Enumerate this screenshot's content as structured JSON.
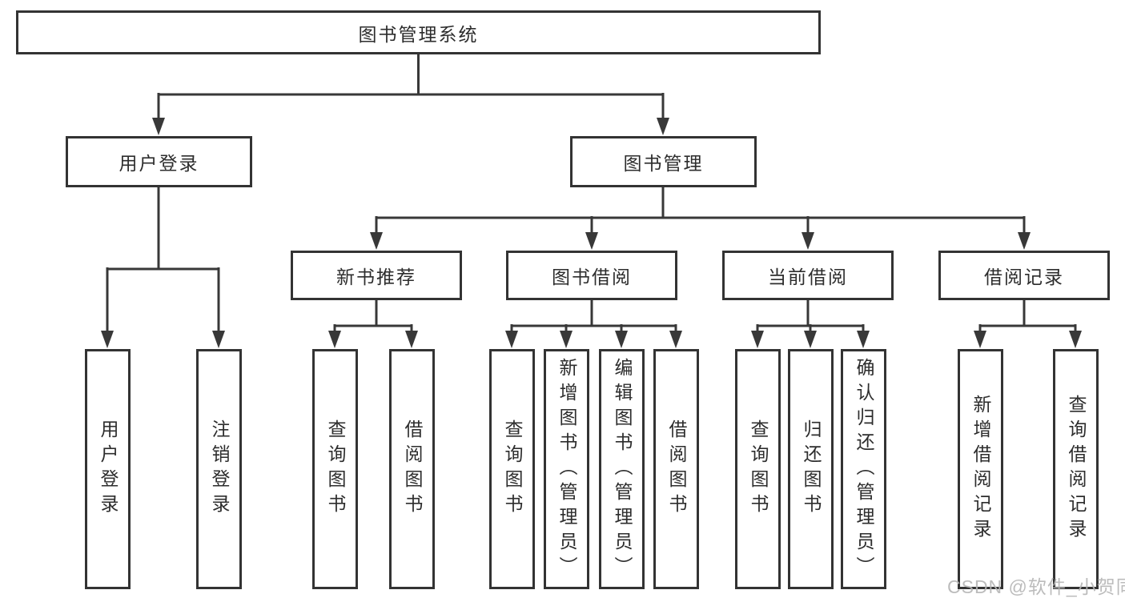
{
  "tree": {
    "root": {
      "label": "图书管理系统",
      "children": [
        {
          "label": "用户登录",
          "children": [
            {
              "label": "用户登录"
            },
            {
              "label": "注销登录"
            }
          ]
        },
        {
          "label": "图书管理",
          "children": [
            {
              "label": "新书推荐",
              "children": [
                {
                  "label": "查询图书"
                },
                {
                  "label": "借阅图书"
                }
              ]
            },
            {
              "label": "图书借阅",
              "children": [
                {
                  "label": "查询图书"
                },
                {
                  "label": "新增图书（管理员）"
                },
                {
                  "label": "编辑图书（管理员）"
                },
                {
                  "label": "借阅图书"
                }
              ]
            },
            {
              "label": "当前借阅",
              "children": [
                {
                  "label": "查询图书"
                },
                {
                  "label": "归还图书"
                },
                {
                  "label": "确认归还（管理员）"
                }
              ]
            },
            {
              "label": "借阅记录",
              "children": [
                {
                  "label": "新增借阅记录"
                },
                {
                  "label": "查询借阅记录"
                }
              ]
            }
          ]
        }
      ]
    }
  },
  "watermark": {
    "text": "CSDN @软件_小贺同学"
  },
  "colors": {
    "line": "#383838",
    "box_border": "#333333",
    "text": "#2d2d2d",
    "box_background": "#ffffff",
    "page_background": "#ffffff",
    "watermark": "#b5b5b5"
  }
}
